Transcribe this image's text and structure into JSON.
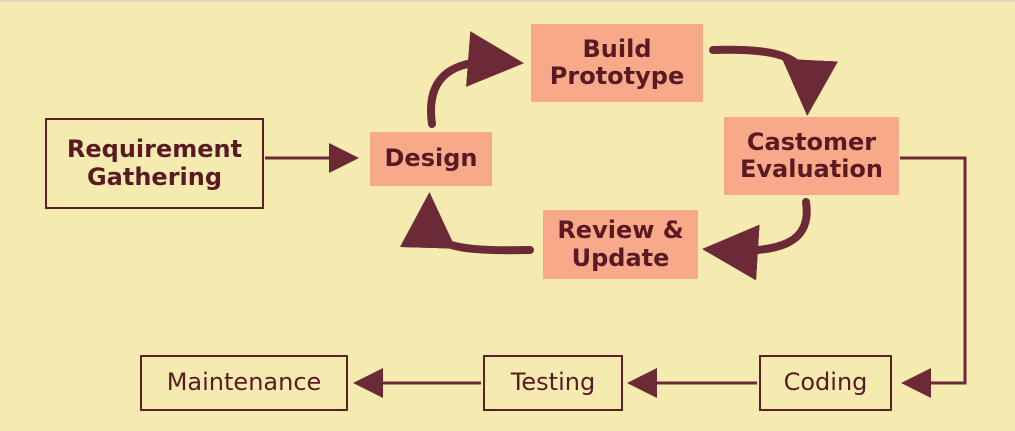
{
  "colors": {
    "background": "#f5ebb0",
    "loop_box_fill": "#f7a98a",
    "outline": "#5b2129",
    "text": "#5a1a24",
    "arrow": "#6b2a35"
  },
  "nodes": {
    "requirement_gathering": {
      "label": "Requirement\nGathering"
    },
    "design": {
      "label": "Design"
    },
    "build_prototype": {
      "label": "Build\nPrototype"
    },
    "customer_evaluation": {
      "label": "Castomer\nEvaluation"
    },
    "review_update": {
      "label": "Review &\nUpdate"
    },
    "coding": {
      "label": "Coding"
    },
    "testing": {
      "label": "Testing"
    },
    "maintenance": {
      "label": "Maintenance"
    }
  }
}
